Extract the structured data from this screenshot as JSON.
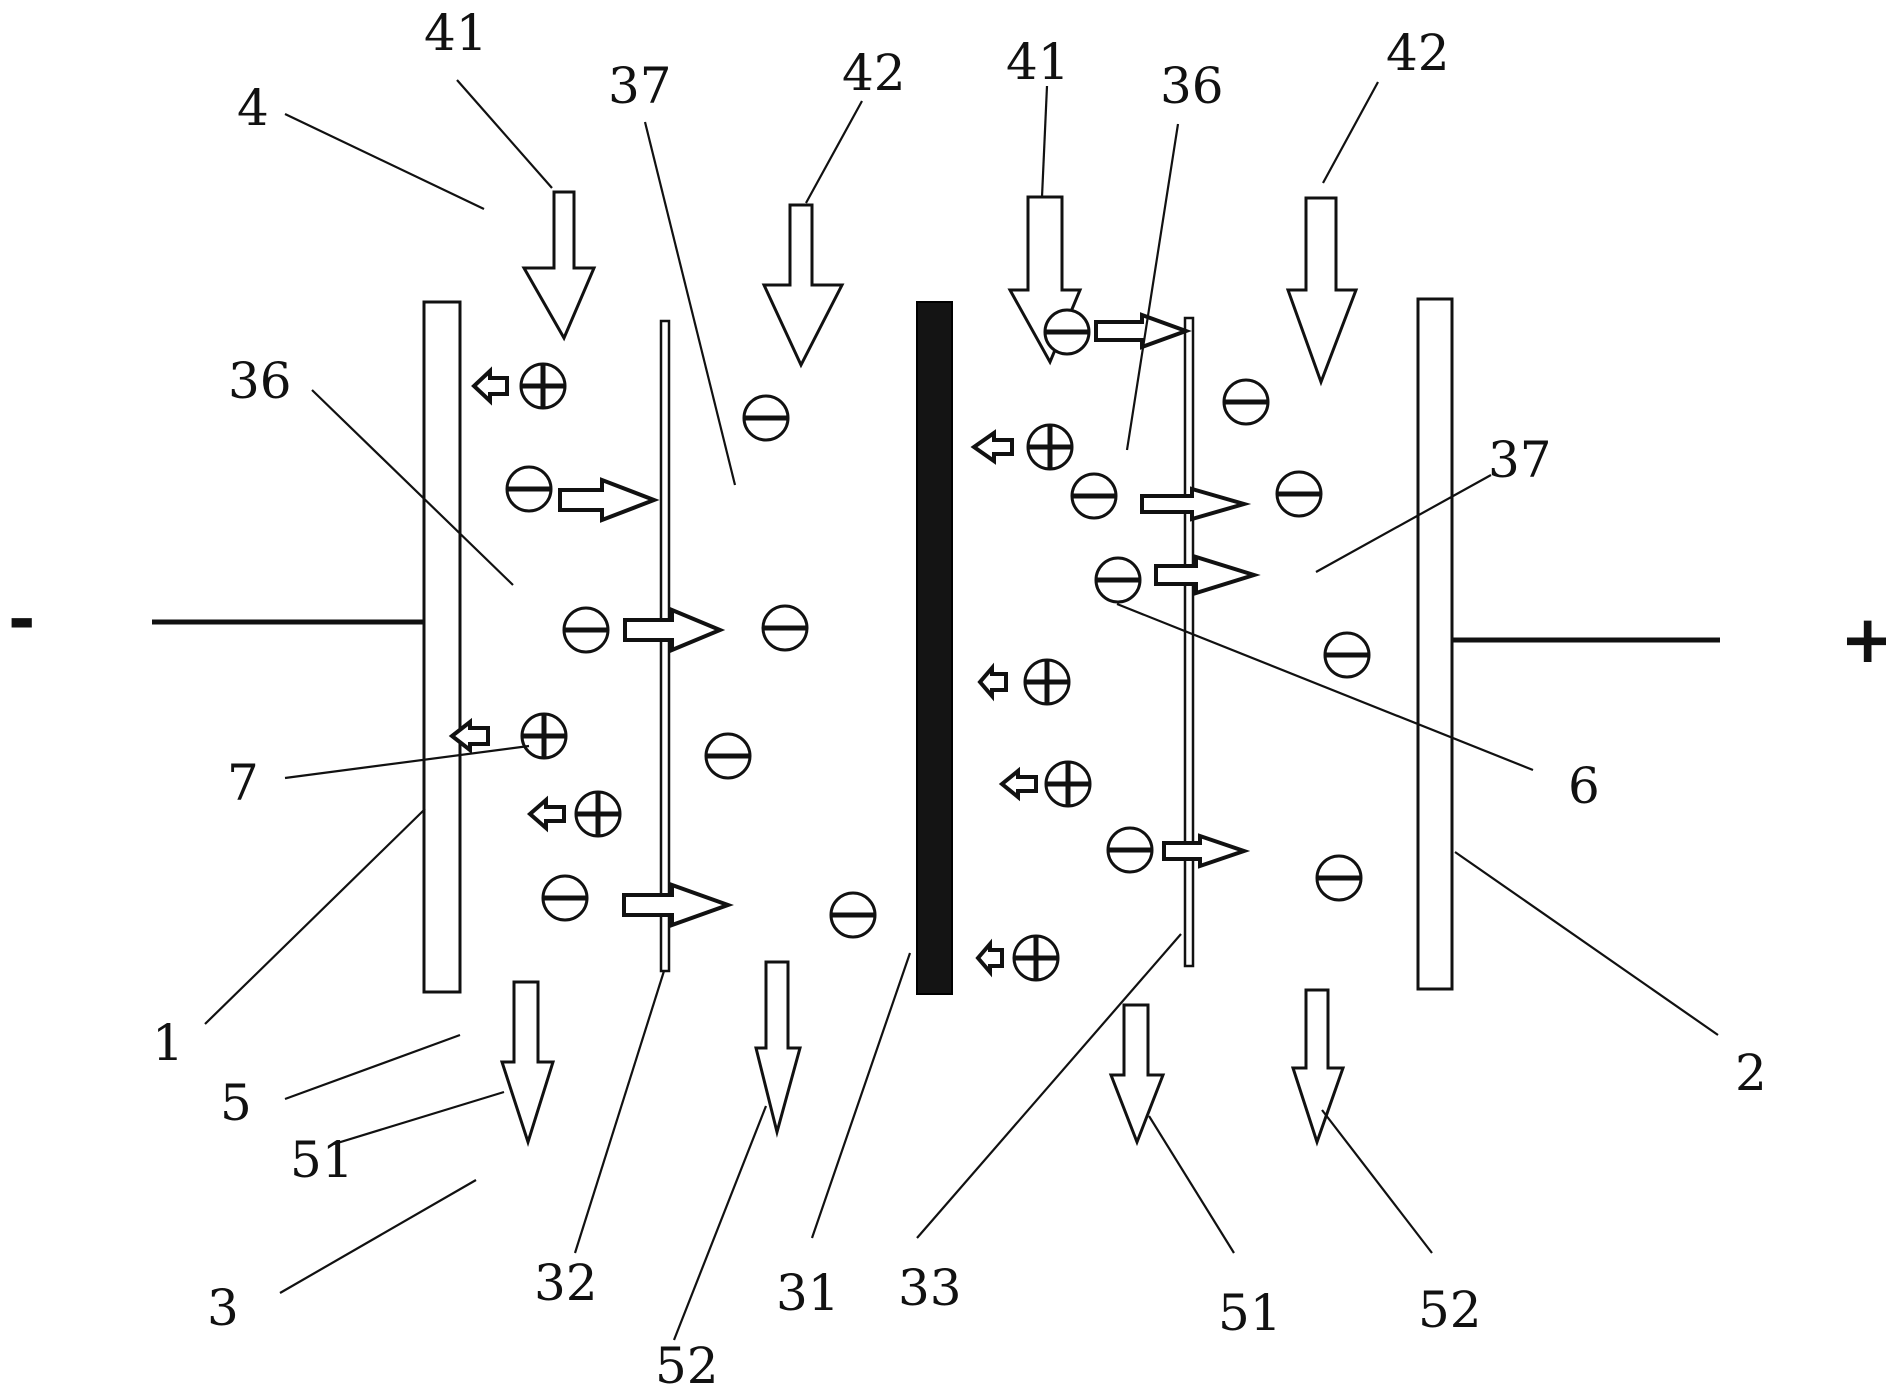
{
  "terminals": {
    "negative": "-",
    "positive": "+"
  },
  "labels": {
    "l4": "4",
    "l41a": "41",
    "l37a": "37",
    "l42a": "42",
    "l41b": "41",
    "l36a": "36",
    "l42b": "42",
    "l36b": "36",
    "l37b": "37",
    "l7": "7",
    "l6": "6",
    "l1": "1",
    "l2": "2",
    "l5": "5",
    "l51a": "51",
    "l3": "3",
    "l32": "32",
    "l52a": "52",
    "l31": "31",
    "l33": "33",
    "l51b": "51",
    "l52b": "52"
  },
  "icons": {
    "anion": "circled-minus-icon",
    "cation": "circled-plus-icon",
    "flow_arrow": "hollow-arrow-icon"
  },
  "colors": {
    "ink": "#111111",
    "background": "#ffffff",
    "bipolar_membrane": "#141414"
  }
}
